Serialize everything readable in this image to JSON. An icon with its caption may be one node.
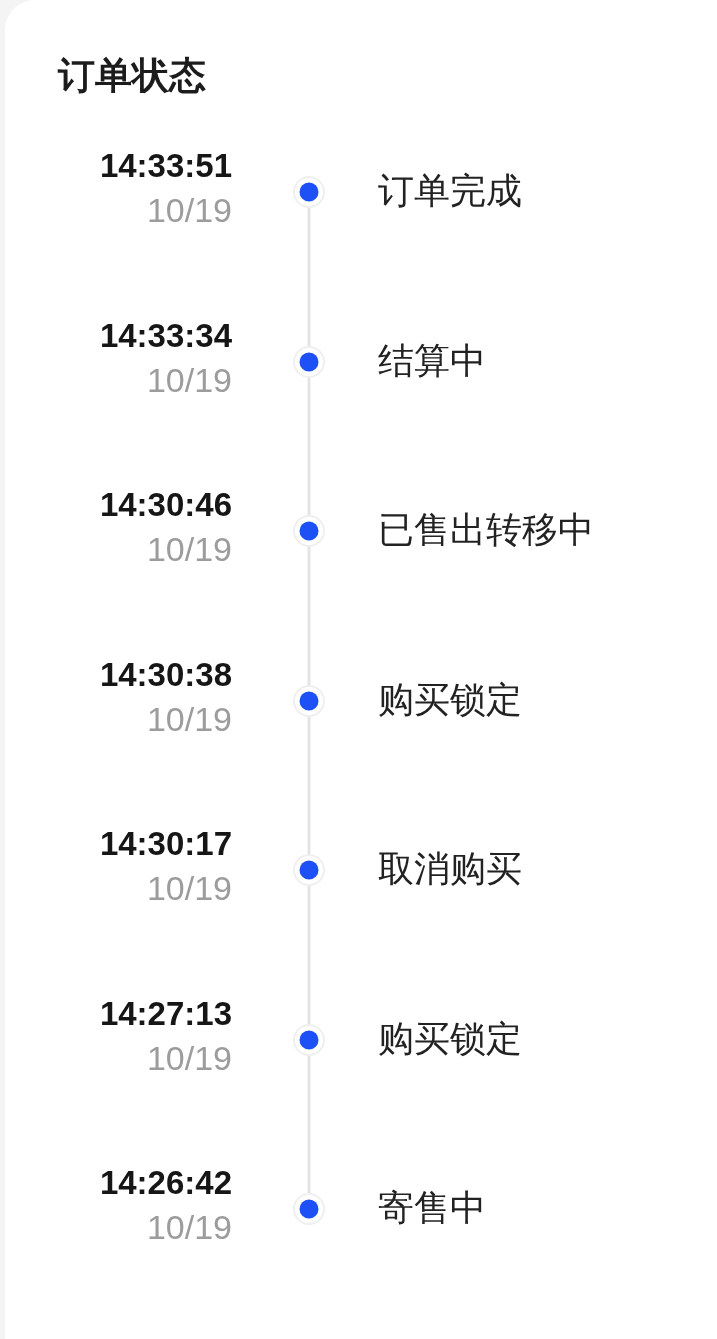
{
  "diagram": {
    "title": "订单状态",
    "nodes": [
      {
        "text": [],
        "shape": "circle",
        "beside": [
          "14:33:51",
          "10/19",
          "订单完成"
        ]
      },
      {
        "text": [],
        "shape": "circle",
        "beside": [
          "14:33:34",
          "10/19",
          "结算中"
        ]
      },
      {
        "text": [],
        "shape": "circle",
        "beside": [
          "14:30:46",
          "10/19",
          "已售出转移中"
        ]
      },
      {
        "text": [],
        "shape": "circle",
        "beside": [
          "14:30:38",
          "10/19",
          "购买锁定"
        ]
      },
      {
        "text": [],
        "shape": "circle",
        "beside": [
          "14:30:17",
          "10/19",
          "取消购买"
        ]
      },
      {
        "text": [],
        "shape": "circle",
        "beside": [
          "14:27:13",
          "10/19",
          "购买锁定"
        ]
      },
      {
        "text": [],
        "shape": "circle",
        "beside": [
          "14:26:42",
          "10/19",
          "寄售中"
        ]
      }
    ],
    "edges": [
      {
        "from": 0,
        "to": 1,
        "arrow": "none"
      },
      {
        "from": 1,
        "to": 2,
        "arrow": "none"
      },
      {
        "from": 2,
        "to": 3,
        "arrow": "none"
      },
      {
        "from": 3,
        "to": 4,
        "arrow": "none"
      },
      {
        "from": 4,
        "to": 5,
        "arrow": "none"
      },
      {
        "from": 5,
        "to": 6,
        "arrow": "none"
      }
    ]
  }
}
